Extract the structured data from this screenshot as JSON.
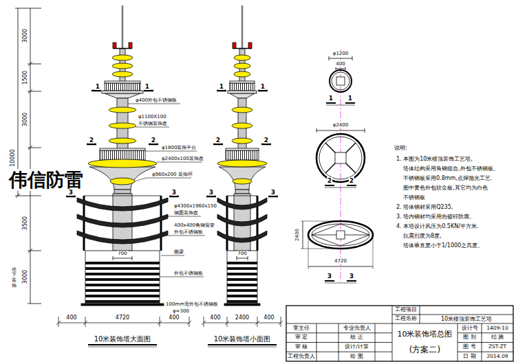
{
  "diagram": {
    "labels": [
      "3000",
      "1500",
      "3000",
      "10000",
      "3500",
      "3000",
      "塔下装饰",
      "1",
      "1",
      "φ400外包不锈钢板",
      "φ1100X100",
      "不锈钢装饰盘",
      "2",
      "2",
      "φ1800装饰平台",
      "φ2400x100装饰盘",
      "φ960x200 装饰环",
      "伟信防雷",
      "3",
      "3",
      "φ4300x1960x150",
      "钢圆装饰盘",
      "400x400角钢骨架",
      "外包不锈钢板",
      "700",
      "圈梁",
      "外包不锈钢板",
      "100mm宽外包不锈钢板",
      "φ=300",
      "400",
      "4720",
      "400",
      "10米装饰塔大面图",
      "1",
      "1",
      "2",
      "2",
      "3",
      "3",
      "700",
      "400",
      "2400",
      "400",
      "10米装饰塔小面图",
      "φ1200",
      "400",
      "1",
      "1",
      "φ2400",
      "2",
      "2",
      "2400",
      "4720",
      "3",
      "3",
      "说明:",
      "1. 本图为10米楼顶装饰工艺塔,",
      "塔体结构采用角钢组合,外包不锈钢板。",
      "不锈钢板采用0.8mm,点焊抛光工艺.",
      "图中黄色外包软金板,其它均为白色",
      "不锈钢板",
      "2. 塔体钢材采用Q235,",
      "3. 塔内钢材均采用热镀锌防腐。",
      "4. 本塔设计风压为0.5KN/平方米.",
      "抗震烈度为8度,",
      "塔体垂直度小于1/1000之高度。",
      "工程项目",
      "工程名称",
      "10米楼顶装饰工艺塔",
      "室主任",
      "专业负责人",
      "审 定",
      "校 正",
      "审 核",
      "设计/计算",
      "工程负责人",
      "绘 图",
      "10米装饰塔总图",
      "(方案二)",
      "设计号",
      "1409-10",
      "图 别",
      "结 施",
      "图 号",
      "ZST-ZT",
      "日 期",
      "2014.09"
    ]
  }
}
